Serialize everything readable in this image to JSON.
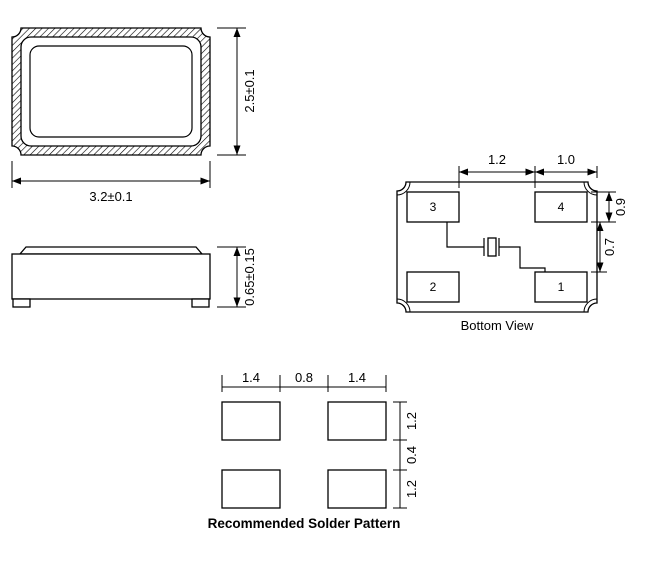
{
  "drawing": {
    "background": "#ffffff",
    "line_color": "#000000"
  },
  "top_view": {
    "width_dim": "3.2±0.1",
    "height_dim": "2.5±0.1"
  },
  "side_view": {
    "height_dim": "0.65±0.15"
  },
  "bottom_view": {
    "label": "Bottom View",
    "pads": {
      "top_left": "3",
      "top_right": "4",
      "bottom_left": "2",
      "bottom_right": "1"
    },
    "dims": {
      "pad_gap_x": "1.2",
      "pad_width": "1.0",
      "pad_height": "0.9",
      "pad_gap_y": "0.7"
    }
  },
  "solder_pattern": {
    "label": "Recommended Solder Pattern",
    "dims": {
      "pad_width_left": "1.4",
      "gap_x": "0.8",
      "pad_width_right": "1.4",
      "pad_height_top": "1.2",
      "gap_y": "0.4",
      "pad_height_bottom": "1.2"
    }
  }
}
